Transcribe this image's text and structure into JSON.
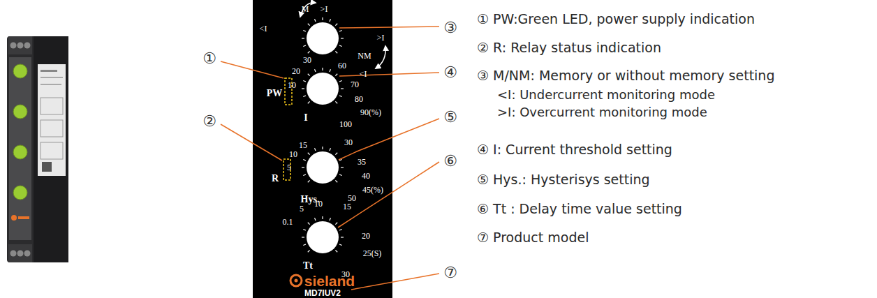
{
  "diagram": {
    "nodes": [
      {
        "text": [
          "M",
          ">I",
          "<I",
          ">I",
          "NM",
          "<I",
          "PW",
          "10",
          "20",
          "30",
          "60",
          "70",
          "80",
          "90(%)",
          "100",
          "I",
          "R",
          "5",
          "10",
          "15",
          "30",
          "35",
          "40",
          "45(%)",
          "50",
          "Hys.",
          "0.1",
          "5",
          "10",
          "15",
          "20",
          "25(S)",
          "30",
          "Tt",
          "sieland",
          "MD7IUV2"
        ]
      }
    ],
    "labels": [
      "①",
      "②",
      "③",
      "④",
      "⑤",
      "⑥",
      "⑦",
      "① PW:Green LED, power supply indication",
      "② R: Relay status indication",
      "③ M/NM: Memory or without memory setting",
      "<I: Undercurrent monitoring mode",
      ">I: Overcurrent monitoring mode",
      "④ I: Current threshold setting",
      "⑤ Hys.: Hysterisys setting",
      "⑥ Tt : Delay time value setting",
      "⑦ Product model"
    ]
  }
}
